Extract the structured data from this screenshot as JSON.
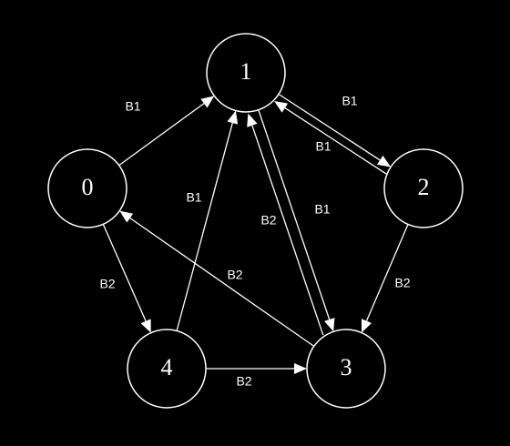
{
  "colors": {
    "background": "#000000",
    "foreground": "#ffffff"
  },
  "nodes": [
    {
      "id": "0",
      "label": "0"
    },
    {
      "id": "1",
      "label": "1"
    },
    {
      "id": "2",
      "label": "2"
    },
    {
      "id": "3",
      "label": "3"
    },
    {
      "id": "4",
      "label": "4"
    }
  ],
  "edges": [
    {
      "from": "0",
      "to": "1",
      "label": "B1"
    },
    {
      "from": "1",
      "to": "2",
      "label": "B1"
    },
    {
      "from": "2",
      "to": "1",
      "label": "B1"
    },
    {
      "from": "1",
      "to": "3",
      "label": "B2"
    },
    {
      "from": "3",
      "to": "1",
      "label": "B1"
    },
    {
      "from": "4",
      "to": "1",
      "label": "B1"
    },
    {
      "from": "0",
      "to": "4",
      "label": "B2"
    },
    {
      "from": "2",
      "to": "3",
      "label": "B2"
    },
    {
      "from": "3",
      "to": "0",
      "label": "B2"
    },
    {
      "from": "4",
      "to": "3",
      "label": "B2"
    }
  ]
}
